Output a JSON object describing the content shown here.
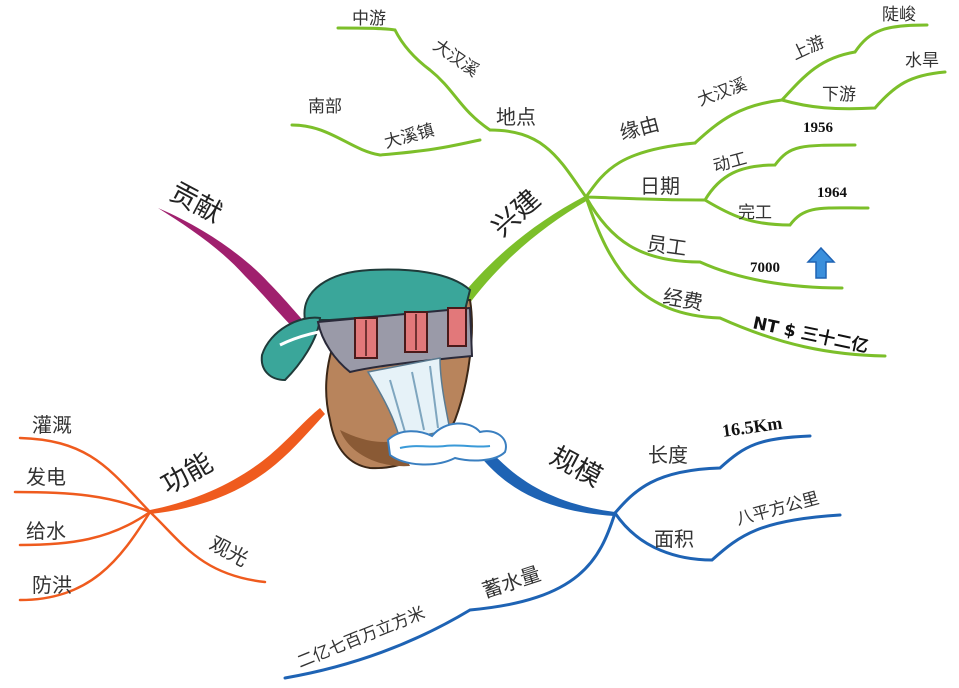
{
  "branches": {
    "gongxian": {
      "label": "贡献",
      "color": "#a0206e"
    },
    "xingjian": {
      "label": "兴建",
      "color": "#7cbf2a",
      "didian": {
        "label": "地点",
        "dahanxi": {
          "label": "大汉溪",
          "zhongyou": "中游"
        },
        "daxizhen": {
          "label": "大溪镇",
          "nanbu": "南部"
        }
      },
      "yuanyou": {
        "label": "缘由",
        "dahanxi": {
          "label": "大汉溪",
          "shangyou": "上游",
          "xiajun": "陡峻",
          "xiayou": "下游",
          "shuihan": "水旱"
        }
      },
      "riqi": {
        "label": "日期",
        "donggong": "动工",
        "donggong_year": "1956",
        "wangong": "完工",
        "wangong_year": "1964"
      },
      "yuangong": {
        "label": "员工",
        "value": "7000"
      },
      "jingfei": {
        "label": "经费",
        "value": "NT $ 三十二亿"
      }
    },
    "guimo": {
      "label": "规模",
      "color": "#1e63b4",
      "changdu": {
        "label": "长度",
        "value": "16.5Km"
      },
      "mianji": {
        "label": "面积",
        "value": "八平方公里"
      },
      "xushuiliang": {
        "label": "蓄水量",
        "value": "二亿七百万立方米"
      }
    },
    "gongneng": {
      "label": "功能",
      "color": "#ef5b1e",
      "items": [
        "灌溉",
        "发电",
        "给水",
        "防洪",
        "观光"
      ]
    }
  },
  "icons": {
    "center": "dam-icon",
    "arrow": "up-arrow-icon"
  }
}
